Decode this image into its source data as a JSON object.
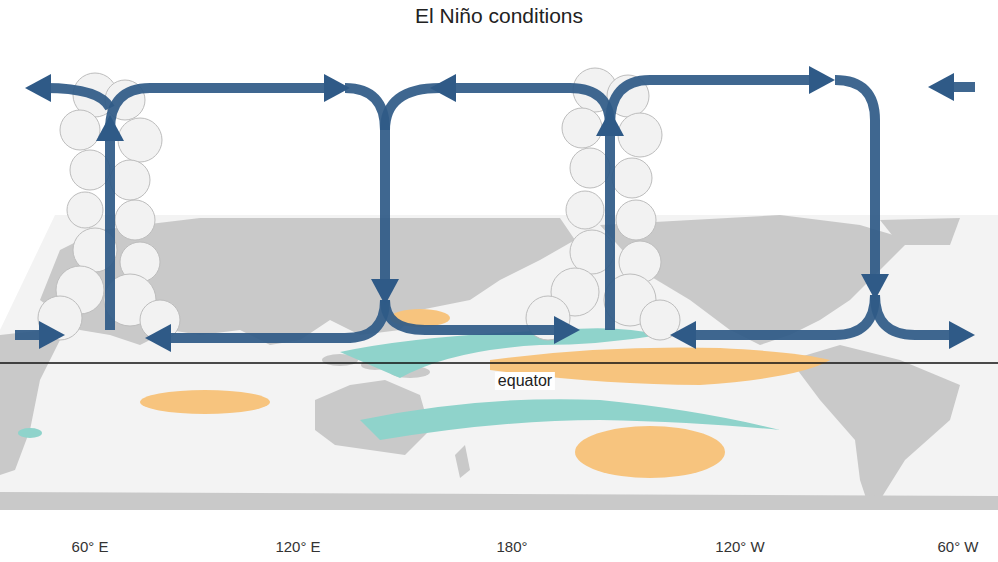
{
  "diagram": {
    "title": "El Niño conditions",
    "labels": [
      "equator",
      "60° E",
      "120° E",
      "180°",
      "120° W",
      "60° W"
    ]
  }
}
